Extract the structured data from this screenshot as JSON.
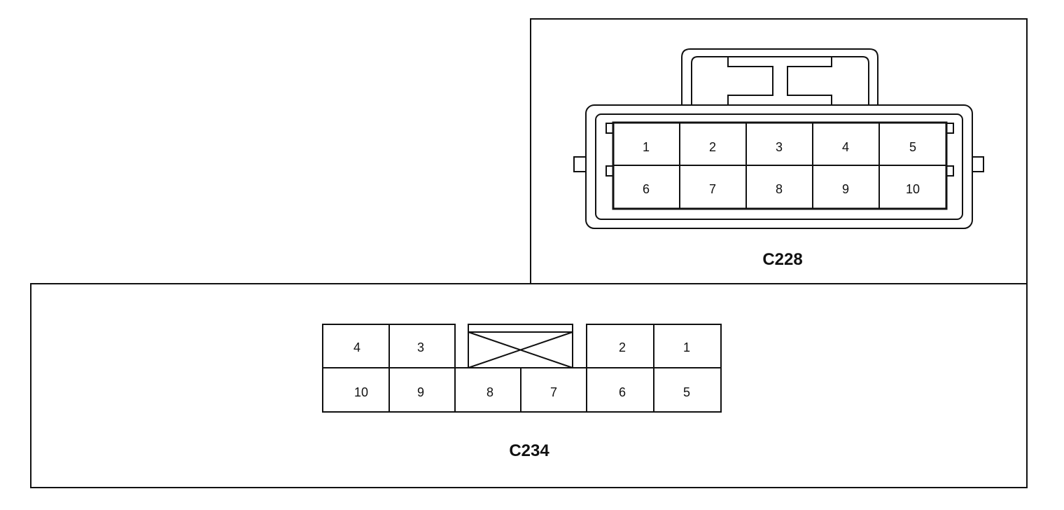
{
  "connectors": {
    "c228": {
      "label": "C228",
      "pins": [
        {
          "id": "1",
          "label": "1"
        },
        {
          "id": "2",
          "label": "2"
        },
        {
          "id": "3",
          "label": "3"
        },
        {
          "id": "4",
          "label": "4"
        },
        {
          "id": "5",
          "label": "5"
        },
        {
          "id": "6",
          "label": "6"
        },
        {
          "id": "7",
          "label": "7"
        },
        {
          "id": "8",
          "label": "8"
        },
        {
          "id": "9",
          "label": "9"
        },
        {
          "id": "10",
          "label": "10"
        }
      ]
    },
    "c234": {
      "label": "C234",
      "pins": [
        {
          "id": "4",
          "label": "4"
        },
        {
          "id": "3",
          "label": "3"
        },
        {
          "id": "2",
          "label": "2"
        },
        {
          "id": "1",
          "label": "1"
        },
        {
          "id": "10",
          "label": "10"
        },
        {
          "id": "9",
          "label": "9"
        },
        {
          "id": "8",
          "label": "8"
        },
        {
          "id": "7",
          "label": "7"
        },
        {
          "id": "6",
          "label": "6"
        },
        {
          "id": "5",
          "label": "5"
        }
      ]
    }
  }
}
